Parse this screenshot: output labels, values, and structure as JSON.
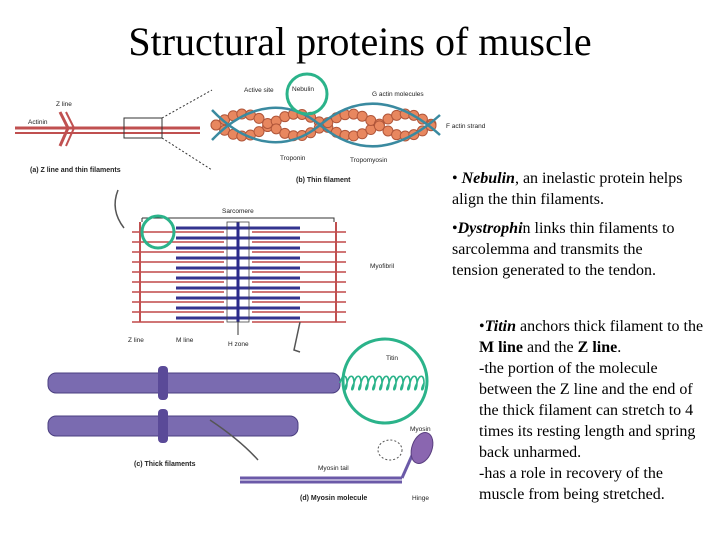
{
  "title": "Structural proteins of muscle",
  "figure": {
    "labels": {
      "z_line_top": "Z line",
      "actinin": "Actinin",
      "active_site": "Active site",
      "nebulin": "Nebulin",
      "g_actin": "G actin molecules",
      "f_actin": "F actin strand",
      "troponin": "Troponin",
      "tropomyosin": "Tropomyosin",
      "sarcomere": "Sarcomere",
      "myofibril": "Myofibril",
      "z_line_bottom": "Z line",
      "m_line": "M line",
      "h_zone": "H zone",
      "titin": "Titin",
      "myosin": "Myosin",
      "myosin_tail": "Myosin tail",
      "hinge": "Hinge"
    },
    "captions": {
      "a": "(a) Z line and thin filaments",
      "b": "(b) Thin filament",
      "c": "(c) Thick filaments",
      "d": "(d) Myosin molecule"
    }
  },
  "notes": {
    "nebulin": {
      "bullet": "• ",
      "term": "Nebulin",
      "rest": ", an inelastic protein helps align the thin filaments."
    },
    "dystrophin": {
      "bullet": "•",
      "term": "Dystrophi",
      "rest": "n links thin filaments to sarcolemma and transmits the tension generated to the tendon."
    },
    "titin": {
      "bullet": "•",
      "term": "Titin",
      "t1": " anchors thick filament to the ",
      "b1": "M line",
      "t2": " and the ",
      "b2": "Z line",
      "t3": ".",
      "line2": "-the portion of the molecule between the Z line and the end of the thick filament can stretch to 4 times its resting length and spring back unharmed.",
      "line3": "-has a role in recovery of the muscle from being stretched."
    }
  },
  "colors": {
    "highlight_circle": "#2bb38a",
    "actin": "#e8875f",
    "myosin": "#6b5aa8",
    "tropomyosin": "#3a8aa0"
  }
}
